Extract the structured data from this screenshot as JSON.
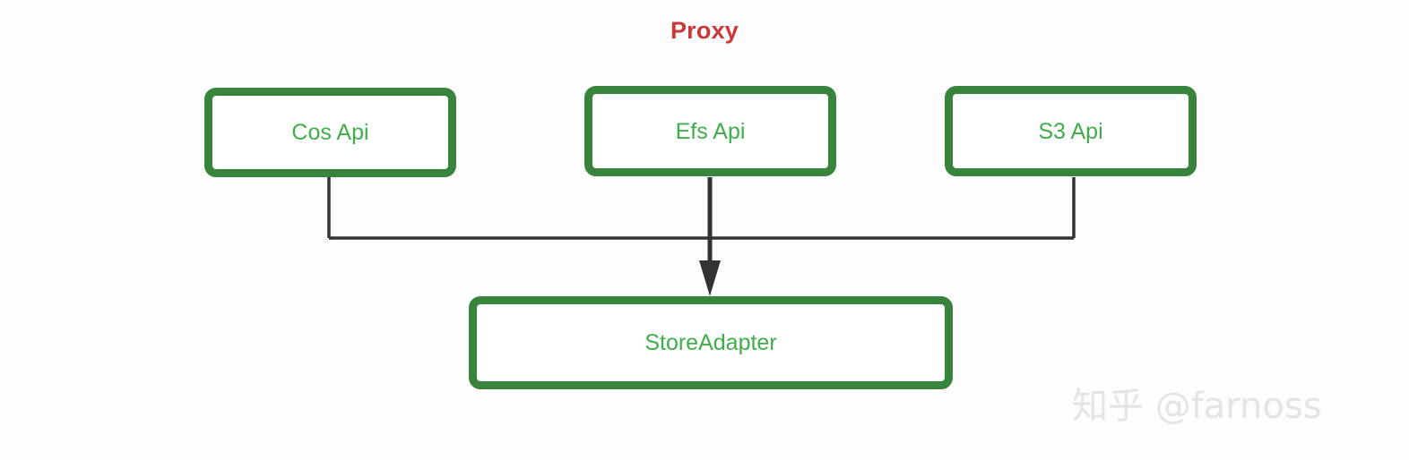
{
  "diagram": {
    "title": "Proxy",
    "title_color": "#c9393c",
    "background_color": "#fdfdfd",
    "node_border_color": "#39843c",
    "node_fill_color": "#ffffff",
    "node_label_color": "#3fae4a",
    "connector_color": "#333333",
    "type": "flowchart",
    "nodes": [
      {
        "id": "cos",
        "label": "Cos Api"
      },
      {
        "id": "efs",
        "label": "Efs Api"
      },
      {
        "id": "s3",
        "label": "S3 Api"
      },
      {
        "id": "store",
        "label": "StoreAdapter"
      }
    ],
    "edges": [
      {
        "from": "cos",
        "to": "store",
        "arrow": false
      },
      {
        "from": "efs",
        "to": "store",
        "arrow": true
      },
      {
        "from": "s3",
        "to": "store",
        "arrow": false
      }
    ]
  },
  "watermark": {
    "text": "知乎 @farnoss"
  }
}
